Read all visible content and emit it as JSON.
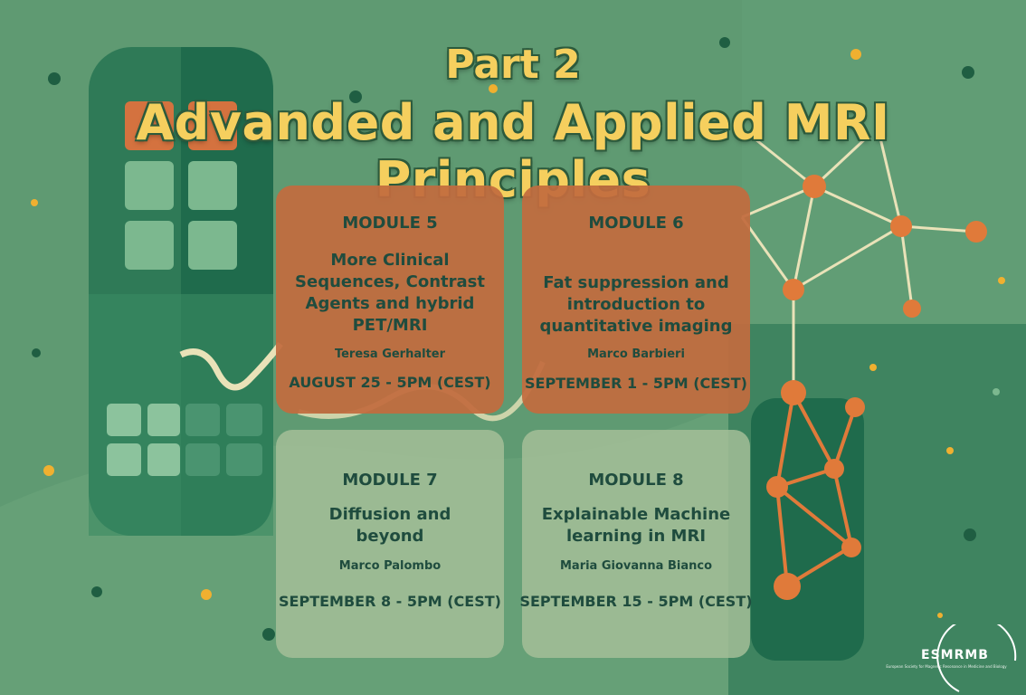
{
  "header": {
    "part": "Part 2",
    "title": "Advanded and Applied MRI Principles"
  },
  "modules": [
    {
      "module": "MODULE 5",
      "title_lines": [
        "More Clinical",
        "Sequences, Contrast",
        "Agents and hybrid",
        "PET/MRI"
      ],
      "speaker": "Teresa Gerhalter",
      "date": "AUGUST 25 - 5PM (CEST)"
    },
    {
      "module": "MODULE 6",
      "title_lines": [
        "Fat suppression and",
        "introduction to",
        "quantitative imaging"
      ],
      "speaker": "Marco Barbieri",
      "date": "SEPTEMBER 1 - 5PM (CEST)"
    },
    {
      "module": "MODULE 7",
      "title_lines": [
        "Diffusion and",
        "beyond"
      ],
      "speaker": "Marco Palombo",
      "date": "SEPTEMBER 8 - 5PM (CEST)"
    },
    {
      "module": "MODULE 8",
      "title_lines": [
        "Explainable Machine",
        "learning in MRI"
      ],
      "speaker": "Maria Giovanna Bianco",
      "date": "SEPTEMBER 15 - 5PM (CEST)"
    }
  ],
  "logo": {
    "name": "ESMRMB",
    "subtitle": "European Society for Magnetic Resonance in Medicine and Biology"
  },
  "colors": {
    "background": "#5f9a72",
    "dark_green": "#1f6b4c",
    "title_yellow": "#f5cf5e",
    "card_orange": "#c26c3e",
    "card_green": "#a7bf9a",
    "network_orange": "#e07a3a",
    "dot_yellow": "#f0b030"
  }
}
